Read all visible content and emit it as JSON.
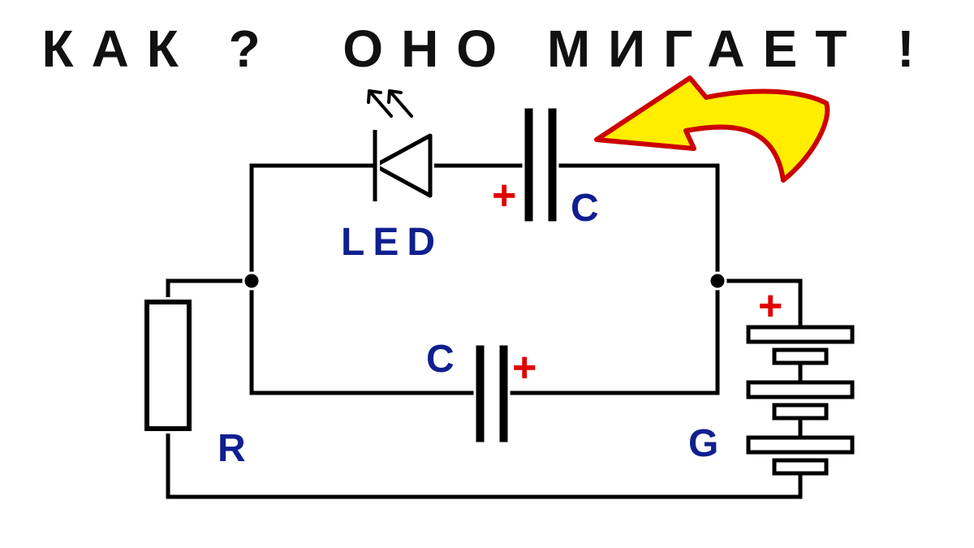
{
  "title": "КАК ?  ОНО МИГАЕТ !",
  "labels": {
    "led": "LED",
    "capacitor_top": "C",
    "capacitor_bottom": "C",
    "resistor": "R",
    "battery": "G"
  },
  "polarity": {
    "capacitor_top": "+",
    "capacitor_bottom": "+",
    "battery": "+"
  },
  "colors": {
    "title": "#111111",
    "wire": "#000000",
    "label": "#0f1f8f",
    "polarity": "#e00000",
    "arrow_fill": "#ffee00",
    "arrow_outline": "#cc0000"
  }
}
